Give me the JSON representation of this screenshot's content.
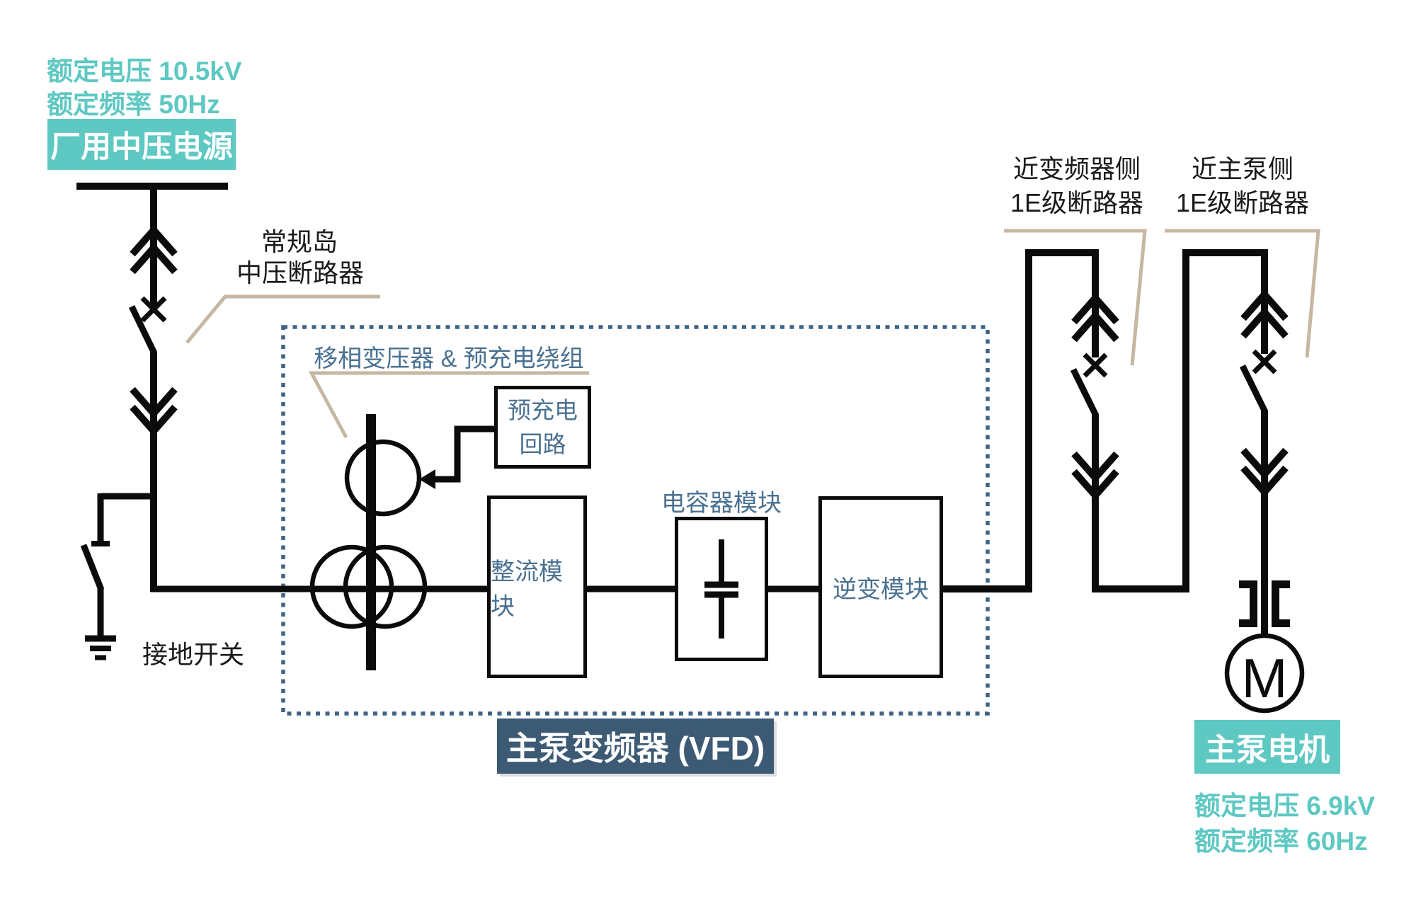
{
  "colors": {
    "teal": "#5ec8c2",
    "steel_blue": "#4a7191",
    "dark_blue": "#3d5a74",
    "tan": "#c5b7a2",
    "line_black": "#0b0b0b",
    "dotted_border": "#3e6486"
  },
  "source": {
    "rated_voltage": "额定电压 10.5kV",
    "rated_frequency": "额定频率 50Hz",
    "label": "厂用中压电源"
  },
  "mv_breaker": {
    "line1": "常规岛",
    "line2": "中压断路器"
  },
  "grounding_switch": {
    "label": "接地开关"
  },
  "vfd": {
    "transformer_label": "移相变压器 & 预充电绕组",
    "precharge_line1": "预充电",
    "precharge_line2": "回路",
    "rectifier": "整流模块",
    "capacitor_label": "电容器模块",
    "inverter": "逆变模块",
    "title": "主泵变频器 (VFD)"
  },
  "breakers": {
    "vfd_side_line1": "近变频器侧",
    "vfd_side_line2": "1E级断路器",
    "pump_side_line1": "近主泵侧",
    "pump_side_line2": "1E级断路器"
  },
  "motor": {
    "symbol": "M",
    "label": "主泵电机",
    "rated_voltage": "额定电压 6.9kV",
    "rated_frequency": "额定频率 60Hz"
  }
}
